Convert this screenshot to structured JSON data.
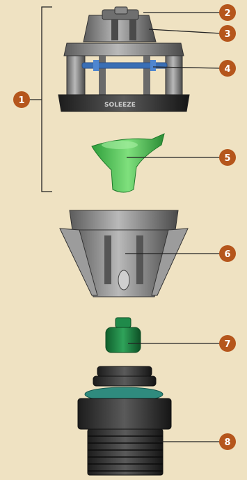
{
  "diagram": {
    "background_color": "#efe2c2",
    "badge_color": "#b5561c",
    "leader_color": "#222222",
    "callouts": [
      {
        "number": "1",
        "part": "head-assembly"
      },
      {
        "number": "2",
        "part": "top-cap"
      },
      {
        "number": "3",
        "part": "spray-head"
      },
      {
        "number": "4",
        "part": "blue-insert"
      },
      {
        "number": "5",
        "part": "green-funnel-nozzle"
      },
      {
        "number": "6",
        "part": "body-shroud"
      },
      {
        "number": "7",
        "part": "green-filter-cap"
      },
      {
        "number": "8",
        "part": "threaded-base-fitting"
      }
    ],
    "embossed_text": "SOLEEZE"
  }
}
